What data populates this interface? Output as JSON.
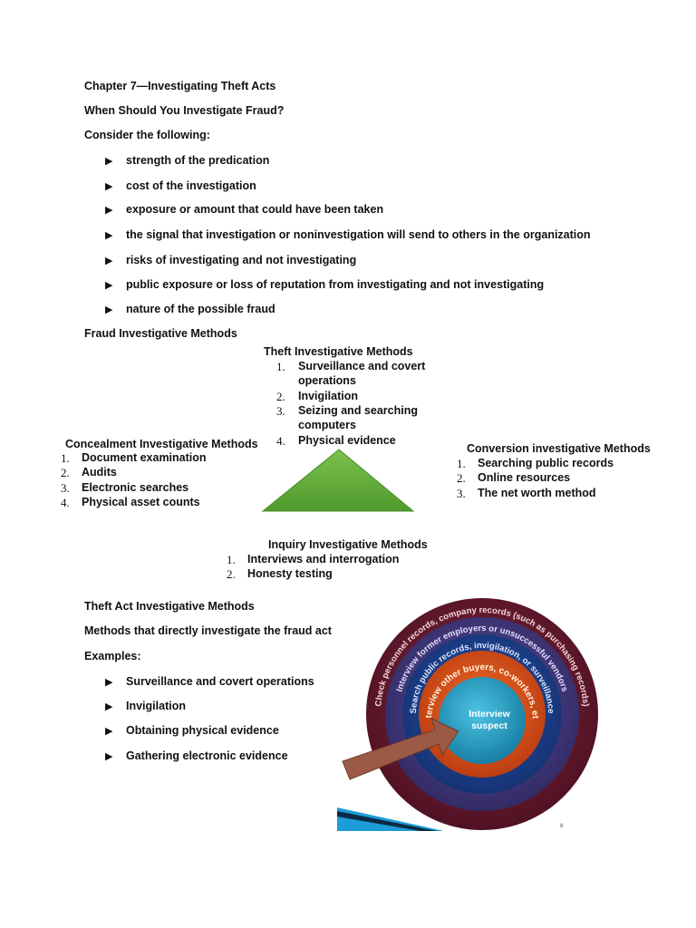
{
  "header": {
    "chapter": "Chapter 7—Investigating Theft Acts",
    "question": "When Should You Investigate Fraud?",
    "intro": "Consider the following:"
  },
  "considerations": [
    "strength of the predication",
    "cost of the investigation",
    "exposure or amount that could have been taken",
    "the signal that investigation or noninvestigation will send to others in the organization",
    "risks of investigating and not investigating",
    "public exposure or loss of reputation from investigating and not investigating",
    "nature of the possible fraud"
  ],
  "methods_heading": "Fraud Investigative Methods",
  "theft": {
    "title": "Theft Investigative Methods",
    "items": [
      "Surveillance and covert",
      "operations",
      "Invigilation",
      "Seizing and searching",
      "computers",
      "Physical evidence"
    ]
  },
  "concealment": {
    "title": "Concealment Investigative Methods",
    "items": [
      "Document examination",
      "Audits",
      "Electronic searches",
      "Physical asset counts"
    ]
  },
  "conversion": {
    "title": "Conversion investigative Methods",
    "items": [
      "Searching public records",
      "Online resources",
      "The net worth method"
    ]
  },
  "inquiry": {
    "title": "Inquiry Investigative Methods",
    "items": [
      "Interviews and interrogation",
      "Honesty testing"
    ]
  },
  "theft_act": {
    "title": "Theft Act Investigative Methods",
    "description": "Methods that directly investigate the fraud act",
    "examples_label": "Examples:",
    "examples": [
      "Surveillance and covert operations",
      "Invigilation",
      "Obtaining physical evidence",
      "Gathering electronic evidence"
    ]
  },
  "rings": {
    "center": [
      "Interview",
      "suspect"
    ],
    "ring1": "Interview other buyers, co-workers, etc.",
    "ring2": "Search public records, invigilation, or surveillance",
    "ring3": "Interview former employers or unsuccessful vendors",
    "ring4": "Check personnel records, company records (such as purchasing records)",
    "slide_number": "8"
  },
  "colors": {
    "triangle": "#5fa73a",
    "ring_outer": "#6b1a2e",
    "ring_3": "#4a3f7a",
    "ring_2": "#1f3f86",
    "ring_1": "#e0521d",
    "center": "#1b8fb8",
    "arrow": "#9b5a45"
  },
  "bullet_glyph": "▶",
  "numbers": [
    "1.",
    "2.",
    "3.",
    "4."
  ]
}
